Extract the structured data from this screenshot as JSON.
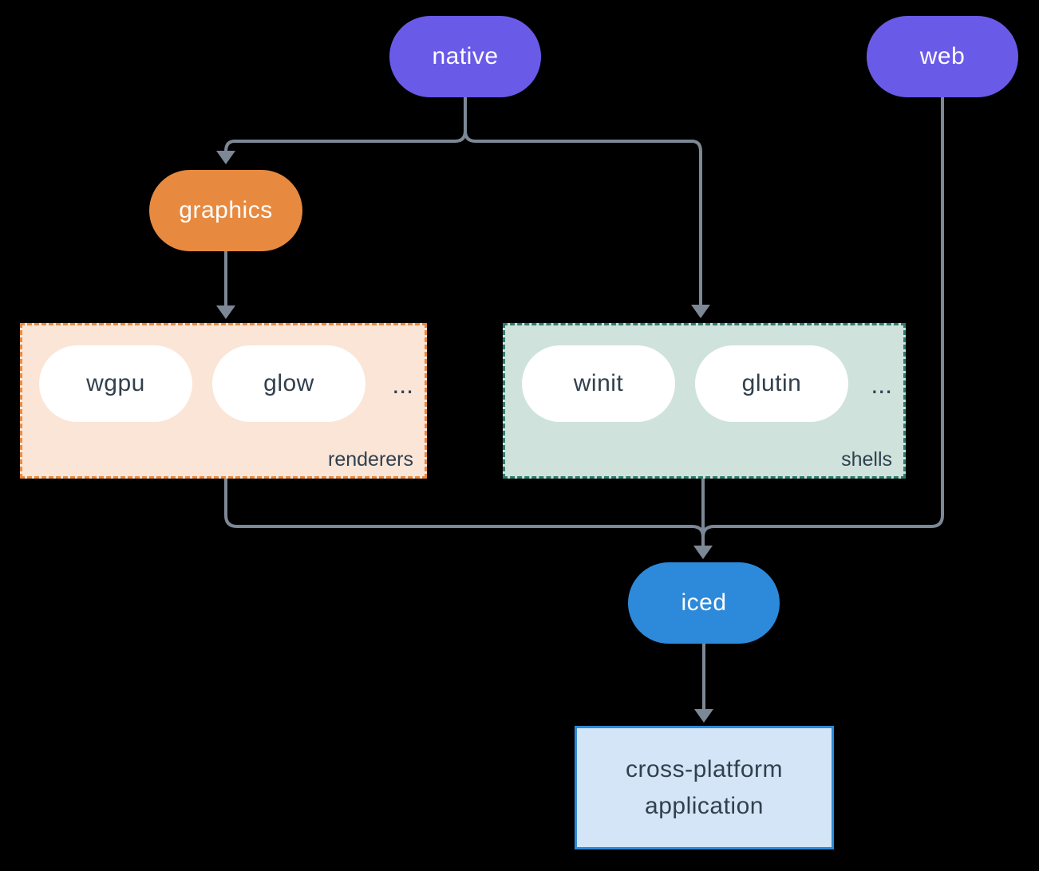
{
  "nodes": {
    "native": {
      "label": "native",
      "color": "#6A5AE8"
    },
    "web": {
      "label": "web",
      "color": "#6A5AE8"
    },
    "graphics": {
      "label": "graphics",
      "color": "#E78A3F"
    },
    "iced": {
      "label": "iced",
      "color": "#2D89DA"
    },
    "application": {
      "label_line1": "cross-platform",
      "label_line2": "application",
      "background": "#D3E5F6",
      "border": "#2D89DA"
    }
  },
  "groups": {
    "renderers": {
      "label": "renderers",
      "items": [
        "wgpu",
        "glow"
      ],
      "ellipsis": "...",
      "background": "#FAE5D7",
      "border": "#E78A3F"
    },
    "shells": {
      "label": "shells",
      "items": [
        "winit",
        "glutin"
      ],
      "ellipsis": "...",
      "background": "#CFE2DC",
      "border": "#2E7D6E"
    }
  },
  "edges": [
    {
      "from": "native",
      "to": "graphics"
    },
    {
      "from": "native",
      "to": "shells"
    },
    {
      "from": "graphics",
      "to": "renderers"
    },
    {
      "from": "renderers",
      "to": "iced"
    },
    {
      "from": "shells",
      "to": "iced"
    },
    {
      "from": "web",
      "to": "iced"
    },
    {
      "from": "iced",
      "to": "application"
    }
  ],
  "colors": {
    "line": "#7D8896",
    "text_dark": "#32404E",
    "text_light": "#FFFFFF",
    "background": "#000000"
  }
}
